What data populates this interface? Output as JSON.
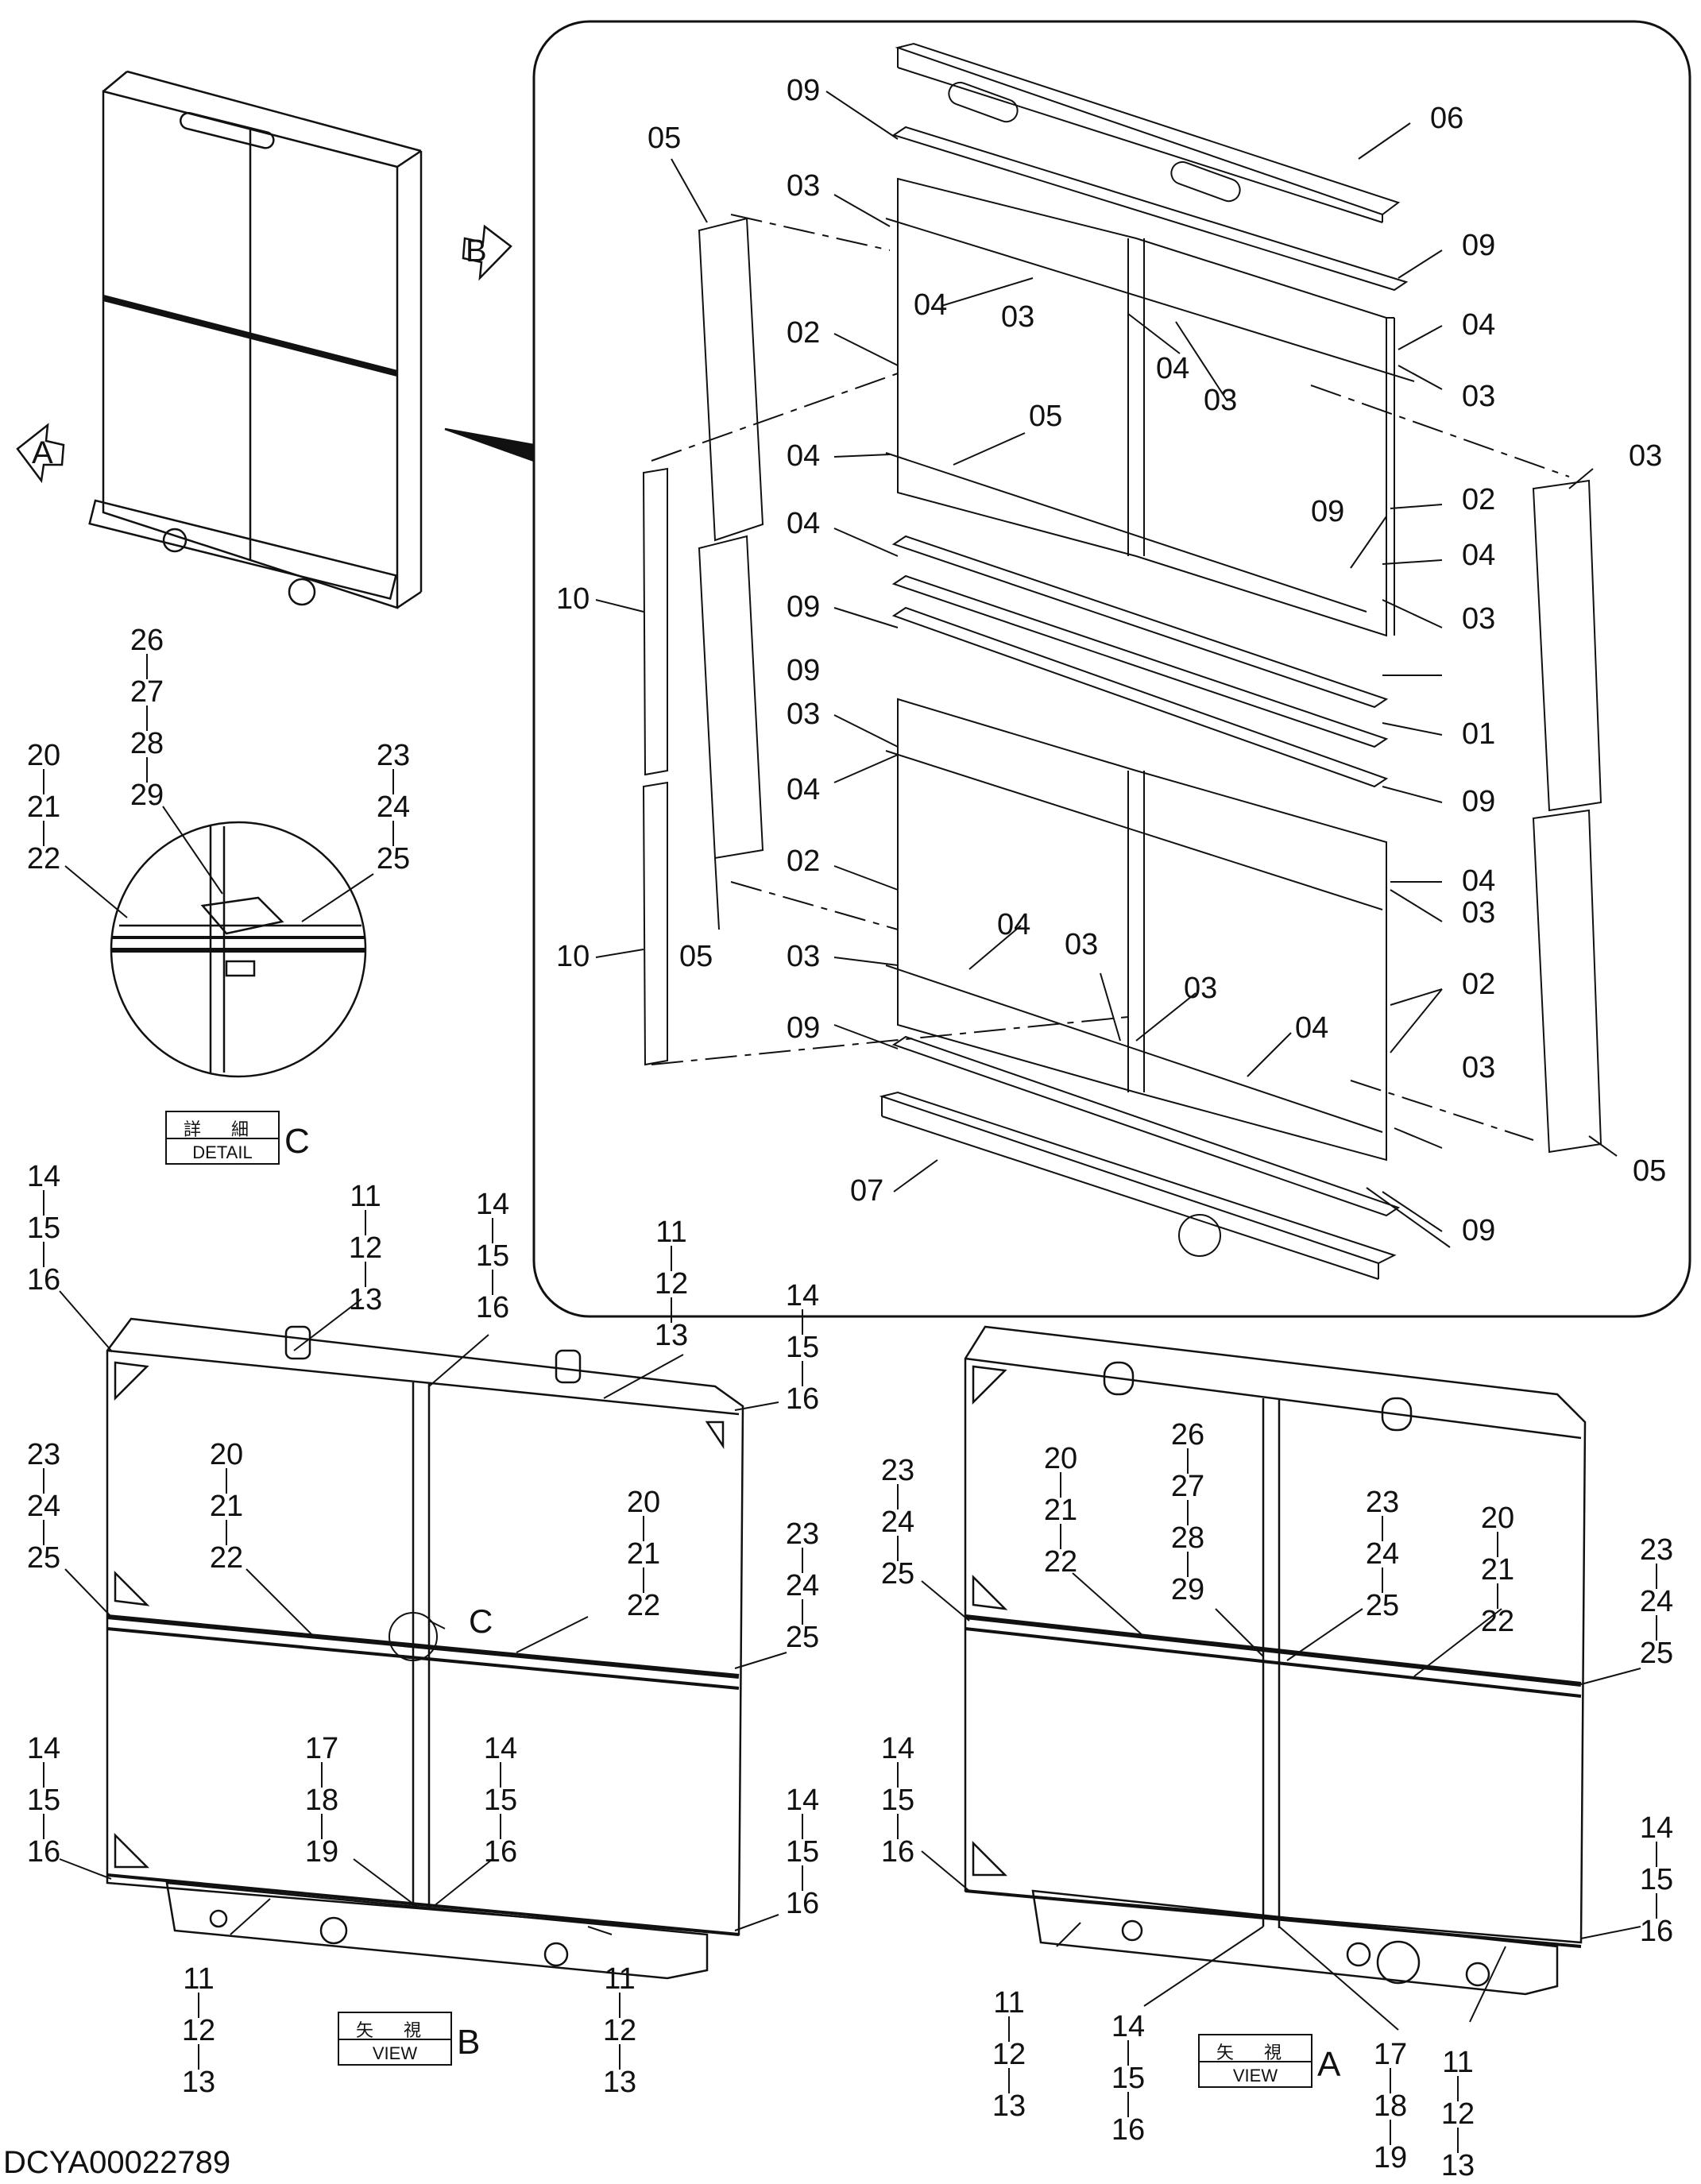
{
  "document_id": "DCYA00022789",
  "view_markers": {
    "a": "A",
    "b": "B"
  },
  "detail_c": {
    "jp": "詳 細",
    "en": "DETAIL",
    "tag": "C"
  },
  "view_b": {
    "jp": "矢 視",
    "en": "VIEW",
    "tag": "B"
  },
  "view_a": {
    "jp": "矢 視",
    "en": "VIEW",
    "tag": "A"
  },
  "detail_callout": "C",
  "exploded_labels": [
    "09",
    "06",
    "05",
    "03",
    "09",
    "04",
    "03",
    "02",
    "04",
    "03",
    "04",
    "03",
    "03",
    "04",
    "05",
    "09",
    "04",
    "02",
    "10",
    "04",
    "09",
    "03",
    "09",
    "01",
    "03",
    "04",
    "09",
    "02",
    "04",
    "10",
    "05",
    "03",
    "03",
    "04",
    "03",
    "03",
    "02",
    "09",
    "04",
    "03",
    "07",
    "05",
    "09"
  ],
  "detail_stacks": [
    [
      "26",
      "27",
      "28",
      "29"
    ],
    [
      "20",
      "21",
      "22"
    ],
    [
      "23",
      "24",
      "25"
    ]
  ],
  "view_b_stacks": [
    [
      "14",
      "15",
      "16"
    ],
    [
      "11",
      "12",
      "13"
    ],
    [
      "14",
      "15",
      "16"
    ],
    [
      "11",
      "12",
      "13"
    ],
    [
      "14",
      "15",
      "16"
    ],
    [
      "23",
      "24",
      "25"
    ],
    [
      "20",
      "21",
      "22"
    ],
    [
      "20",
      "21",
      "22"
    ],
    [
      "23",
      "24",
      "25"
    ],
    [
      "14",
      "15",
      "16"
    ],
    [
      "17",
      "18",
      "19"
    ],
    [
      "14",
      "15",
      "16"
    ],
    [
      "14",
      "15",
      "16"
    ],
    [
      "11",
      "12",
      "13"
    ],
    [
      "11",
      "12",
      "13"
    ]
  ],
  "view_a_stacks": [
    [
      "23",
      "24",
      "25"
    ],
    [
      "20",
      "21",
      "22"
    ],
    [
      "26",
      "27",
      "28",
      "29"
    ],
    [
      "23",
      "24",
      "25"
    ],
    [
      "20",
      "21",
      "22"
    ],
    [
      "23",
      "24",
      "25"
    ],
    [
      "14",
      "15",
      "16"
    ],
    [
      "14",
      "15",
      "16"
    ],
    [
      "11",
      "12",
      "13"
    ],
    [
      "14",
      "15",
      "16"
    ],
    [
      "17",
      "18",
      "19"
    ],
    [
      "11",
      "12",
      "13"
    ]
  ]
}
